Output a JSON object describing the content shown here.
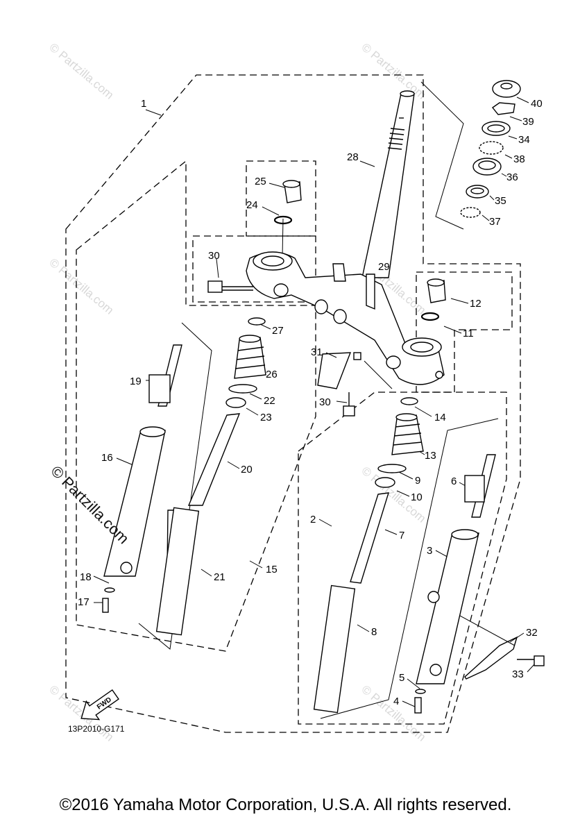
{
  "diagram": {
    "code": "13P2010-G171",
    "fwd_label": "FWD",
    "watermark": "© Partzilla.com",
    "small_watermark": "© Partzilla.com",
    "part_numbers": [
      "1",
      "2",
      "3",
      "4",
      "5",
      "6",
      "7",
      "8",
      "9",
      "10",
      "11",
      "12",
      "13",
      "14",
      "15",
      "16",
      "17",
      "18",
      "19",
      "20",
      "21",
      "22",
      "23",
      "24",
      "25",
      "26",
      "27",
      "28",
      "29",
      "30",
      "30",
      "31",
      "32",
      "33",
      "34",
      "35",
      "36",
      "37",
      "38",
      "39",
      "40"
    ]
  },
  "footer": {
    "copyright": "©2016 Yamaha Motor Corporation, U.S.A. All rights reserved."
  }
}
